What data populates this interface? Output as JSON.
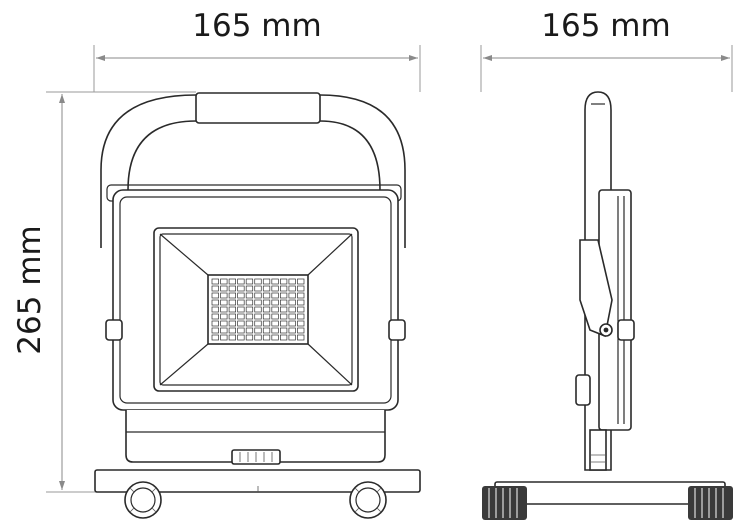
{
  "dimensions": {
    "front_width": "165 mm",
    "side_depth": "165 mm",
    "height": "265 mm"
  },
  "led_grid": {
    "rows": 9,
    "cols": 11
  }
}
